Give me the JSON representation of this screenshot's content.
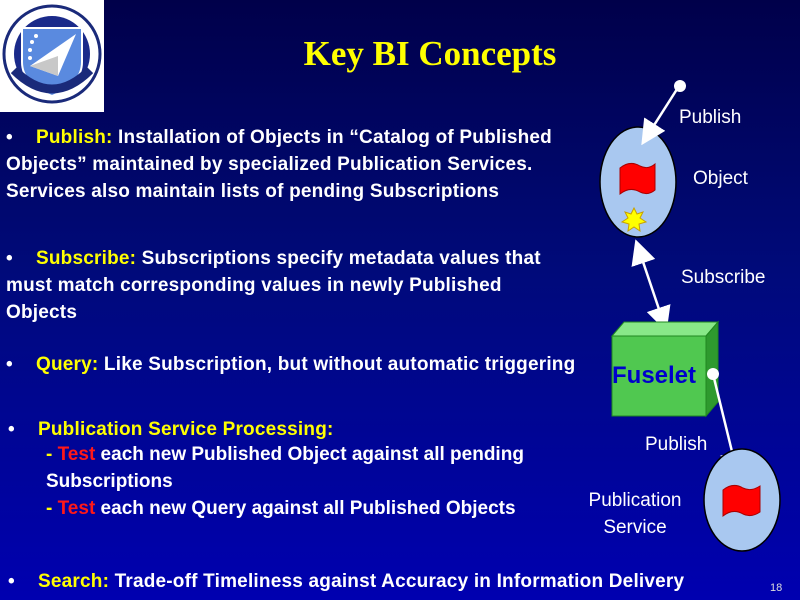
{
  "title": "Key BI Concepts",
  "bullet_glyph": "•",
  "bullets": {
    "publish": {
      "term": "Publish:",
      "text": " Installation of Objects in “Catalog of Published Objects” maintained by specialized Publication Services.  Services also maintain lists of pending Subscriptions"
    },
    "subscribe": {
      "term": "Subscribe:",
      "text": "  Subscriptions specify metadata values that must match corresponding values in newly Published Objects"
    },
    "query": {
      "term": "Query:",
      "text": "  Like  Subscription, but without automatic triggering"
    },
    "processing": {
      "term": "Publication Service Processing:",
      "sub": [
        {
          "dash": "- ",
          "keyword": "Test",
          "text": " each new Published Object against all pending Subscriptions"
        },
        {
          "dash": "- ",
          "keyword": "Test",
          "text": " each new Query against all Published Objects"
        }
      ]
    },
    "search": {
      "term": "Search:",
      "text": "  Trade-off Timeliness against Accuracy in Information Delivery"
    }
  },
  "diagram": {
    "publish_top": "Publish",
    "object": "Object",
    "subscribe": "Subscribe",
    "fuselet": "Fuselet",
    "publish_bottom": "Publish",
    "publication_service_line1": "Publication",
    "publication_service_line2": "Service"
  },
  "page_number": "18",
  "colors": {
    "title": "#ffff00",
    "term": "#ffff00",
    "keyword": "#ff1818",
    "ellipse": "#a9c8f0",
    "flag": "#ff0000",
    "fuselet_box": "#50c850",
    "fuselet_text": "#0000cc"
  }
}
